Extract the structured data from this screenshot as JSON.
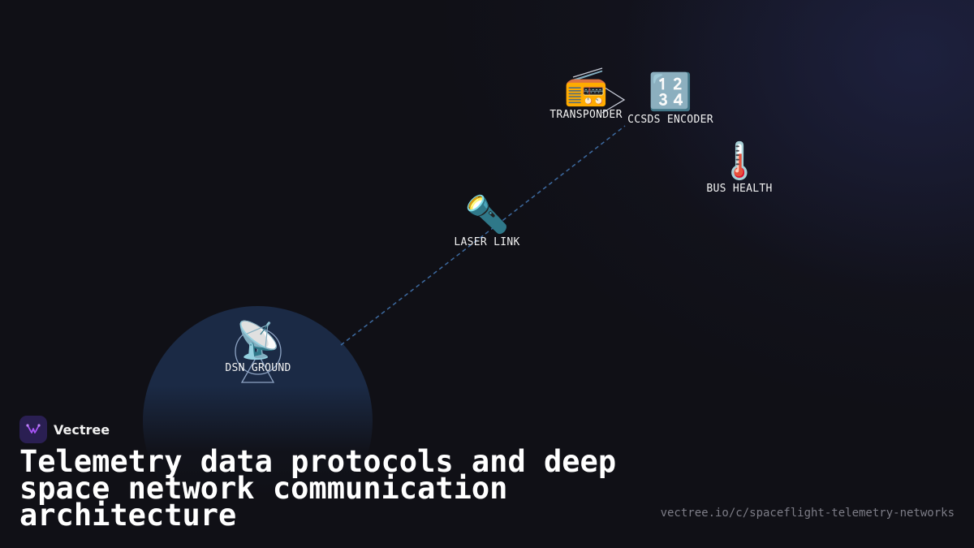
{
  "diagram": {
    "nodes": [
      {
        "id": "transponder",
        "label": "TRANSPONDER",
        "icon": "📻",
        "icon_name": "radio-icon"
      },
      {
        "id": "ccsds",
        "label": "CCSDS ENCODER",
        "icon": "🔢",
        "icon_name": "numbers-icon"
      },
      {
        "id": "bus",
        "label": "BUS HEALTH",
        "icon": "🌡️",
        "icon_name": "thermometer-icon"
      },
      {
        "id": "laser",
        "label": "LASER LINK",
        "icon": "🔦",
        "icon_name": "flashlight-icon"
      },
      {
        "id": "dsn",
        "label": "DSN GROUND",
        "icon": "📡",
        "icon_name": "satellite-dish-icon"
      }
    ],
    "links": [
      {
        "from": "dsn",
        "to": "laser",
        "style": "dashed"
      },
      {
        "from": "laser",
        "to": "ccsds",
        "style": "dashed"
      }
    ],
    "colors": {
      "link": "#3d6aa0",
      "ground_disc": "#1b2a45",
      "background": "#101016",
      "accent_logo": "#a855f7"
    }
  },
  "brand": {
    "name": "Vectree",
    "logo_icon": "vectree-logo-icon"
  },
  "title": "Telemetry data protocols and deep space network communication architecture",
  "url": "vectree.io/c/spaceflight-telemetry-networks"
}
